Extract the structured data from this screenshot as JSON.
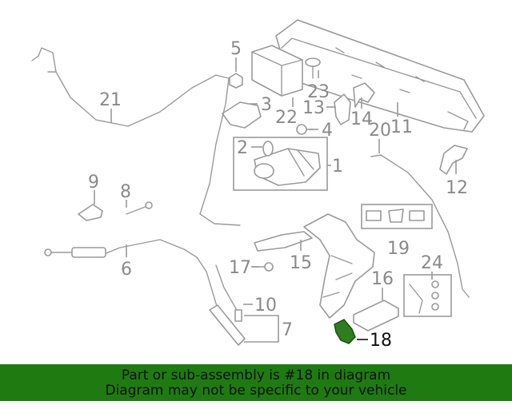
{
  "diagram": {
    "highlight_color": "#2e7d1f",
    "callouts": [
      {
        "id": "1",
        "label": "1"
      },
      {
        "id": "2",
        "label": "2"
      },
      {
        "id": "3",
        "label": "3"
      },
      {
        "id": "4",
        "label": "4"
      },
      {
        "id": "5",
        "label": "5"
      },
      {
        "id": "6",
        "label": "6"
      },
      {
        "id": "7",
        "label": "7"
      },
      {
        "id": "8",
        "label": "8"
      },
      {
        "id": "9",
        "label": "9"
      },
      {
        "id": "10",
        "label": "10"
      },
      {
        "id": "11",
        "label": "11"
      },
      {
        "id": "12",
        "label": "12"
      },
      {
        "id": "13",
        "label": "13"
      },
      {
        "id": "14",
        "label": "14"
      },
      {
        "id": "15",
        "label": "15"
      },
      {
        "id": "16",
        "label": "16"
      },
      {
        "id": "17",
        "label": "17"
      },
      {
        "id": "18",
        "label": "18",
        "highlighted": true
      },
      {
        "id": "19",
        "label": "19"
      },
      {
        "id": "20",
        "label": "20"
      },
      {
        "id": "21",
        "label": "21"
      },
      {
        "id": "22",
        "label": "22"
      },
      {
        "id": "23",
        "label": "23"
      },
      {
        "id": "24",
        "label": "24"
      }
    ]
  },
  "banner": {
    "line1": "Part or sub-assembly is #18 in diagram",
    "line2": "Diagram may not be specific to your vehicle",
    "background": "#1f7a12"
  }
}
